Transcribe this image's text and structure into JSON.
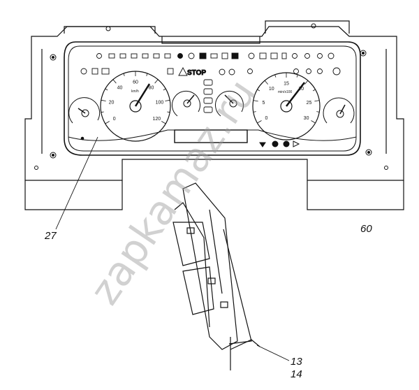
{
  "diagram": {
    "callouts": {
      "dashboard_ref": "27",
      "figure_ref": "60",
      "connector_a": "13",
      "connector_b": "14"
    },
    "speedometer": {
      "unit": "km/h",
      "ticks": [
        "0",
        "20",
        "40",
        "60",
        "80",
        "100",
        "120"
      ]
    },
    "tachometer": {
      "unit": "min/x100",
      "ticks": [
        "0",
        "5",
        "10",
        "15",
        "20",
        "25",
        "30"
      ]
    },
    "warning_text": "STOP",
    "watermark": "zapkamaz.ru"
  }
}
